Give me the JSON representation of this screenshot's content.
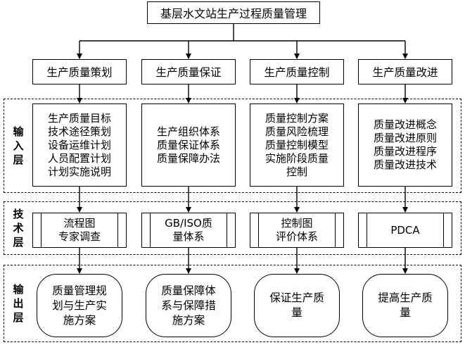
{
  "title": "基层水文站生产过程质量管理",
  "layers": {
    "input": "输\n入\n层",
    "technology": "技\n术\n层",
    "output": "输\n出\n层"
  },
  "columns": [
    {
      "category": "生产质量策划",
      "input": "生产质量目标\n技术途径策划\n设备运维计划\n人员配置计划\n计划实施说明",
      "tech": "流程图\n专家调查",
      "output": "质量管理规\n划与生产实\n施方案"
    },
    {
      "category": "生产质量保证",
      "input": "生产组织体系\n质量保证体系\n质量保障办法",
      "tech": "GB/ISO质\n量体系",
      "output": "质量保障体\n系与保障措\n施方案"
    },
    {
      "category": "生产质量控制",
      "input": "质量控制方案\n质量风险梳理\n质量控制模型\n实施阶段质量\n控制",
      "tech": "控制图\n评价体系",
      "output": "保证生产质\n量"
    },
    {
      "category": "生产质量改进",
      "input": "质量改进概念\n质量改进原则\n质量改进程序\n质量改进技术",
      "tech": "PDCA",
      "output": "提高生产质\n量"
    }
  ]
}
